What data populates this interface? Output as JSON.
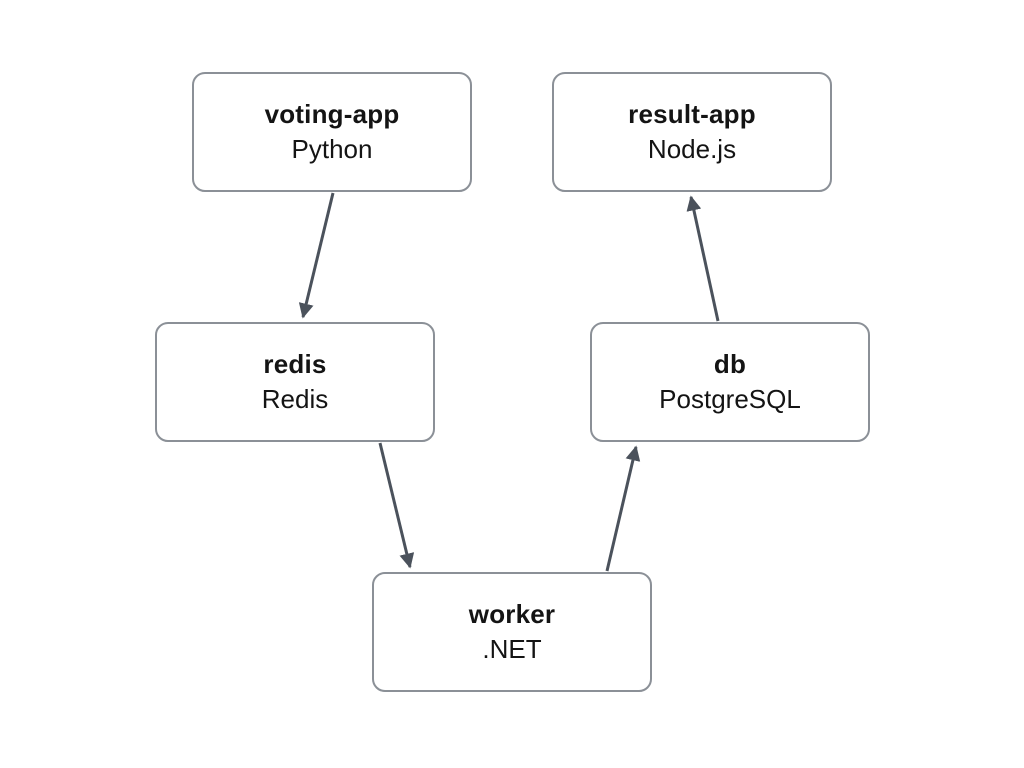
{
  "diagram": {
    "title": "service-architecture-diagram",
    "nodes": [
      {
        "id": "voting-app",
        "title": "voting-app",
        "subtitle": "Python"
      },
      {
        "id": "result-app",
        "title": "result-app",
        "subtitle": "Node.js"
      },
      {
        "id": "redis",
        "title": "redis",
        "subtitle": "Redis"
      },
      {
        "id": "db",
        "title": "db",
        "subtitle": "PostgreSQL"
      },
      {
        "id": "worker",
        "title": "worker",
        "subtitle": ".NET"
      }
    ],
    "edges": [
      {
        "from": "voting-app",
        "to": "redis"
      },
      {
        "from": "redis",
        "to": "worker"
      },
      {
        "from": "worker",
        "to": "db"
      },
      {
        "from": "db",
        "to": "result-app"
      }
    ],
    "colors": {
      "background": "#ffffff",
      "node_fill": "#ffffff",
      "node_border": "#8b9097",
      "arrow": "#4b525c",
      "text": "#141414"
    }
  }
}
